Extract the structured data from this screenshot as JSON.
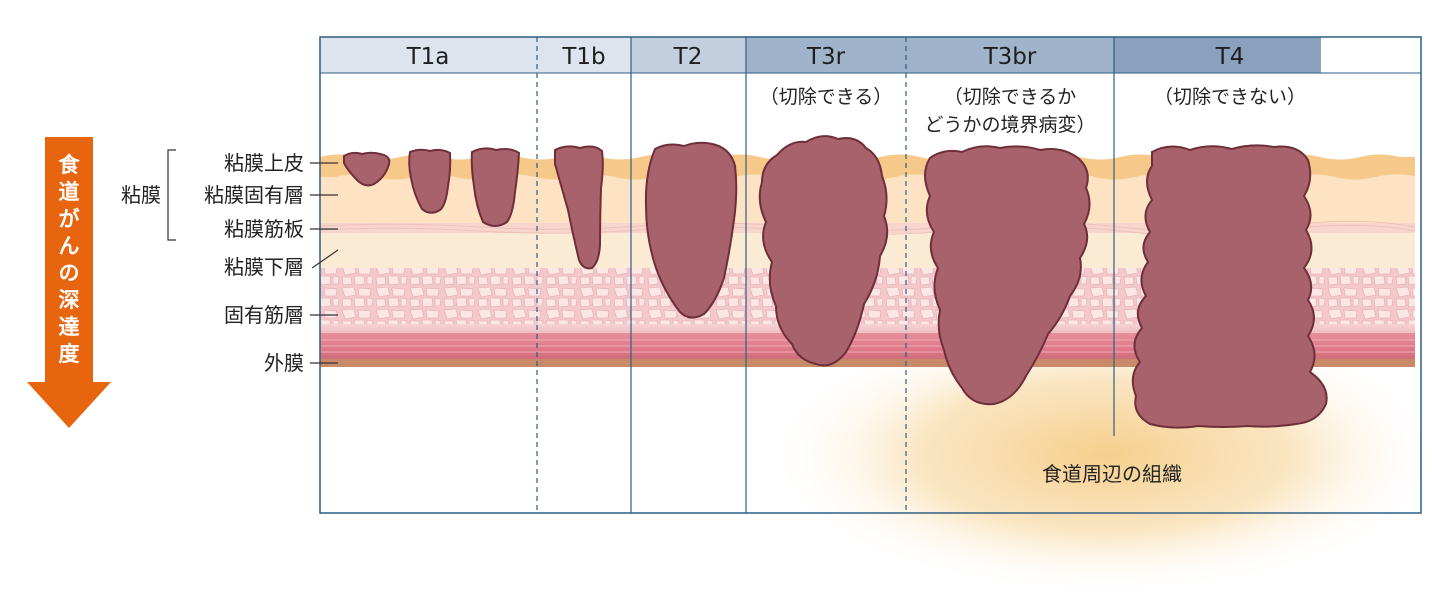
{
  "depth_arrow": {
    "label": "食道がんの深達度",
    "color": "#e8650f"
  },
  "layer_group": {
    "label": "粘膜"
  },
  "layers": [
    {
      "id": "epithelium",
      "label": "粘膜上皮"
    },
    {
      "id": "lamina-propria",
      "label": "粘膜固有層"
    },
    {
      "id": "muscularis-mucosae",
      "label": "粘膜筋板"
    },
    {
      "id": "submucosa",
      "label": "粘膜下層"
    },
    {
      "id": "muscularis-propria",
      "label": "固有筋層"
    },
    {
      "id": "adventitia",
      "label": "外膜"
    }
  ],
  "stages": [
    {
      "id": "t1a",
      "label": "T1a",
      "note": ""
    },
    {
      "id": "t1b",
      "label": "T1b",
      "note": ""
    },
    {
      "id": "t2",
      "label": "T2",
      "note": ""
    },
    {
      "id": "t3r",
      "label": "T3r",
      "note": "（切除できる）"
    },
    {
      "id": "t3br",
      "label": "T3br",
      "note_lines": [
        "（切除できるか",
        "どうかの境界病変）"
      ]
    },
    {
      "id": "t4",
      "label": "T4",
      "note": "（切除できない）"
    }
  ],
  "surrounding_tissue": {
    "label": "食道周辺の組織"
  },
  "colors": {
    "tumor": "#a8626b",
    "tumor_edge": "#6e2f3a",
    "header_light": "#dde4ee",
    "header_mid": "#c3cfdf",
    "header_dark": "#9fb3cb",
    "header_darkest": "#8aa1bd",
    "frame": "#2f5f84",
    "tissue_glow": "#f7d69a"
  }
}
